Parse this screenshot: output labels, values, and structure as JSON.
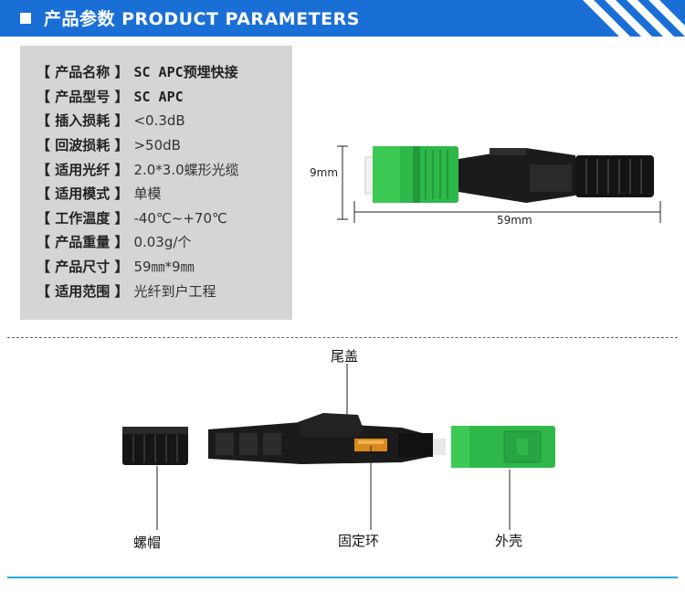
{
  "header": {
    "title": "产品参数    PRODUCT PARAMETERS",
    "accent_color": "#1a6fd6"
  },
  "specs": [
    {
      "label": "【 产品名称 】",
      "value": "SC APC预埋快接",
      "mono": true
    },
    {
      "label": "【 产品型号 】",
      "value": "SC APC",
      "mono": true
    },
    {
      "label": "【 插入损耗 】",
      "value": "<0.3dB",
      "mono": false
    },
    {
      "label": "【 回波损耗 】",
      "value": ">50dB",
      "mono": false
    },
    {
      "label": "【 适用光纤 】",
      "value": "2.0*3.0蝶形光缆",
      "mono": false
    },
    {
      "label": "【 适用模式 】",
      "value": "单模",
      "mono": false
    },
    {
      "label": "【 工作温度 】",
      "value": "-40℃~+70℃",
      "mono": false
    },
    {
      "label": "【 产品重量 】",
      "value": "0.03g/个",
      "mono": false
    },
    {
      "label": "【 产品尺寸 】",
      "value": "59㎜*9㎜",
      "mono": false
    },
    {
      "label": "【 适用范围 】",
      "value": "光纤到户工程",
      "mono": false
    }
  ],
  "dimensions": {
    "height_label": "9mm",
    "length_label": "59mm"
  },
  "parts": {
    "tail_cover": "尾盖",
    "screw_cap": "螺帽",
    "fixing_ring": "固定环",
    "housing": "外壳"
  },
  "colors": {
    "connector_green": "#2fb84a",
    "body_black": "#1b1b1b",
    "divider_blue": "#2aa9d6"
  }
}
